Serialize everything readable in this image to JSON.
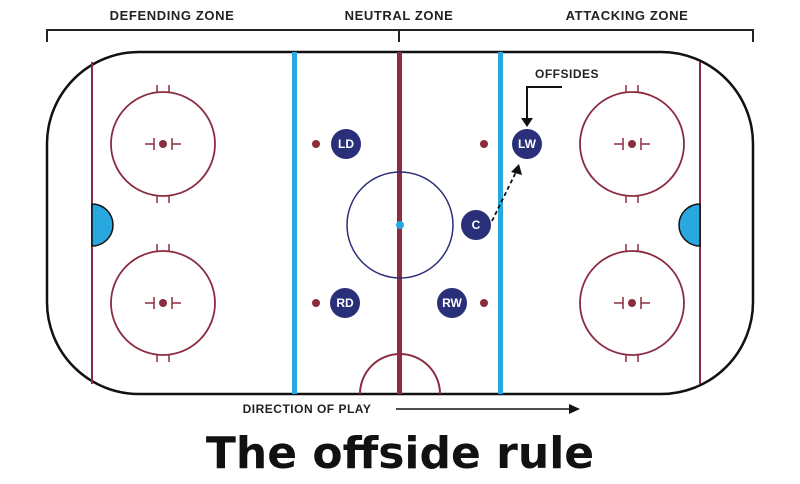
{
  "zones": {
    "defending": "DEFENDING ZONE",
    "neutral": "NEUTRAL ZONE",
    "attacking": "ATTACKING ZONE"
  },
  "annotation": {
    "offsides": "OFFSIDES"
  },
  "direction": {
    "label": "DIRECTION OF PLAY"
  },
  "players": [
    {
      "id": "ld",
      "label": "LD"
    },
    {
      "id": "rd",
      "label": "RD"
    },
    {
      "id": "c",
      "label": "C"
    },
    {
      "id": "rw",
      "label": "RW"
    },
    {
      "id": "lw",
      "label": "LW"
    }
  ],
  "caption": "The offside rule",
  "colors": {
    "rink_line": "#111111",
    "red_line": "#8b2c3f",
    "blue_line": "#29a8e0",
    "player": "#2a2f7a",
    "crease": "#29a8e0"
  }
}
